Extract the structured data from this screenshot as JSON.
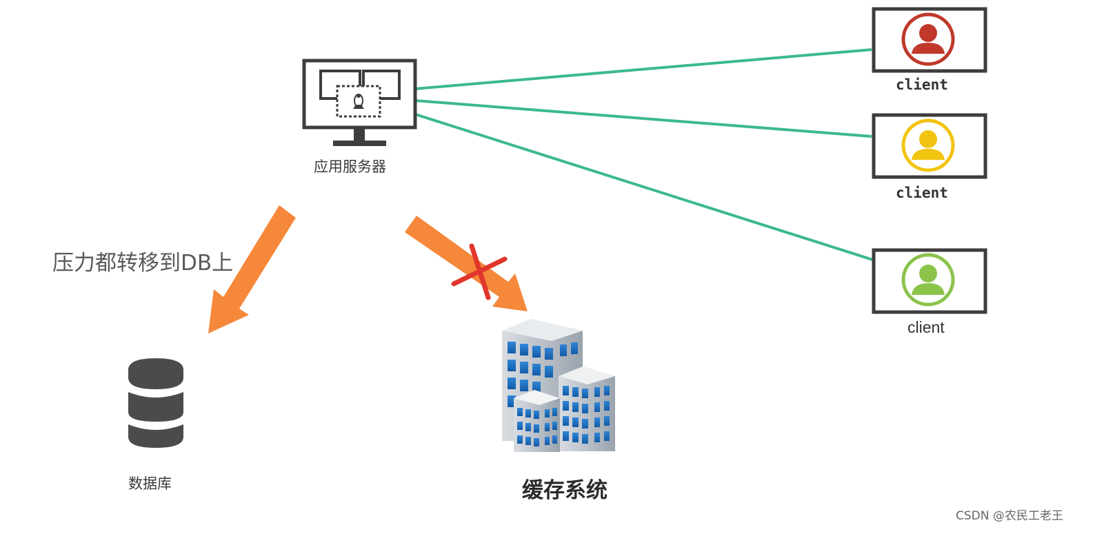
{
  "app_server": {
    "label": "应用服务器",
    "icon": "linux-server-monitor-icon"
  },
  "database": {
    "label": "数据库",
    "icon": "database-icon"
  },
  "cache": {
    "label": "缓存系统",
    "icon": "buildings-icon",
    "blocked_mark": "red-x-icon"
  },
  "note": {
    "text": "压力都转移到DB上"
  },
  "clients": [
    {
      "label": "client",
      "avatar_color": "#c0392b",
      "icon": "user-avatar-icon"
    },
    {
      "label": "client",
      "avatar_color": "#f1c40f",
      "icon": "user-avatar-icon"
    },
    {
      "label": "client",
      "avatar_color": "#8bc34a",
      "icon": "user-avatar-icon"
    }
  ],
  "colors": {
    "request_line": "#3cb98a",
    "flow_arrow": "#f5883a",
    "cross": "#e0362b",
    "device": "#3d3d3d"
  },
  "watermark": {
    "text": "CSDN @农民工老王"
  }
}
